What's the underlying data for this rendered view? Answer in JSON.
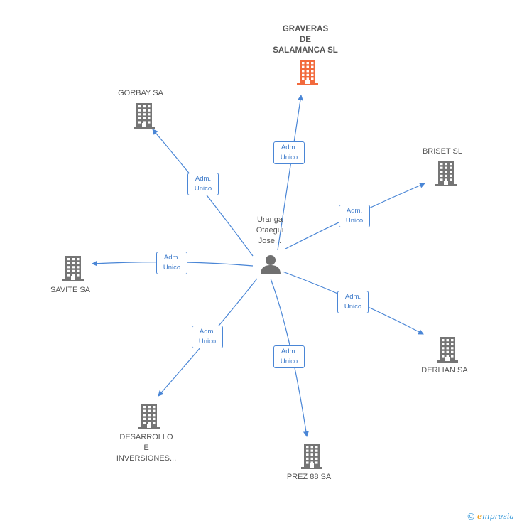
{
  "center": {
    "name_lines": [
      "Uranga",
      "Otaegui",
      "Jose..."
    ],
    "icon": "person-icon"
  },
  "colors": {
    "edge": "#4a86d6",
    "company": "#757575",
    "highlight": "#f26a3d"
  },
  "nodes": [
    {
      "id": "graveras",
      "label_lines": [
        "GRAVERAS",
        "DE",
        "SALAMANCA SL"
      ],
      "highlight": true,
      "role": [
        "Adm.",
        "Unico"
      ]
    },
    {
      "id": "gorbay",
      "label_lines": [
        "GORBAY SA"
      ],
      "role": [
        "Adm.",
        "Unico"
      ]
    },
    {
      "id": "briset",
      "label_lines": [
        "BRISET SL"
      ],
      "role": [
        "Adm.",
        "Unico"
      ]
    },
    {
      "id": "savite",
      "label_lines": [
        "SAVITE SA"
      ],
      "role": [
        "Adm.",
        "Unico"
      ]
    },
    {
      "id": "derlian",
      "label_lines": [
        "DERLIAN SA"
      ],
      "role": [
        "Adm.",
        "Unico"
      ]
    },
    {
      "id": "desarrollo",
      "label_lines": [
        "DESARROLLO",
        "E",
        "INVERSIONES..."
      ],
      "role": [
        "Adm.",
        "Unico"
      ]
    },
    {
      "id": "prez",
      "label_lines": [
        "PREZ 88 SA"
      ],
      "role": [
        "Adm.",
        "Unico"
      ]
    }
  ],
  "footer": {
    "copyright": "©",
    "brand_initial": "e",
    "brand_rest": "mpresia"
  }
}
